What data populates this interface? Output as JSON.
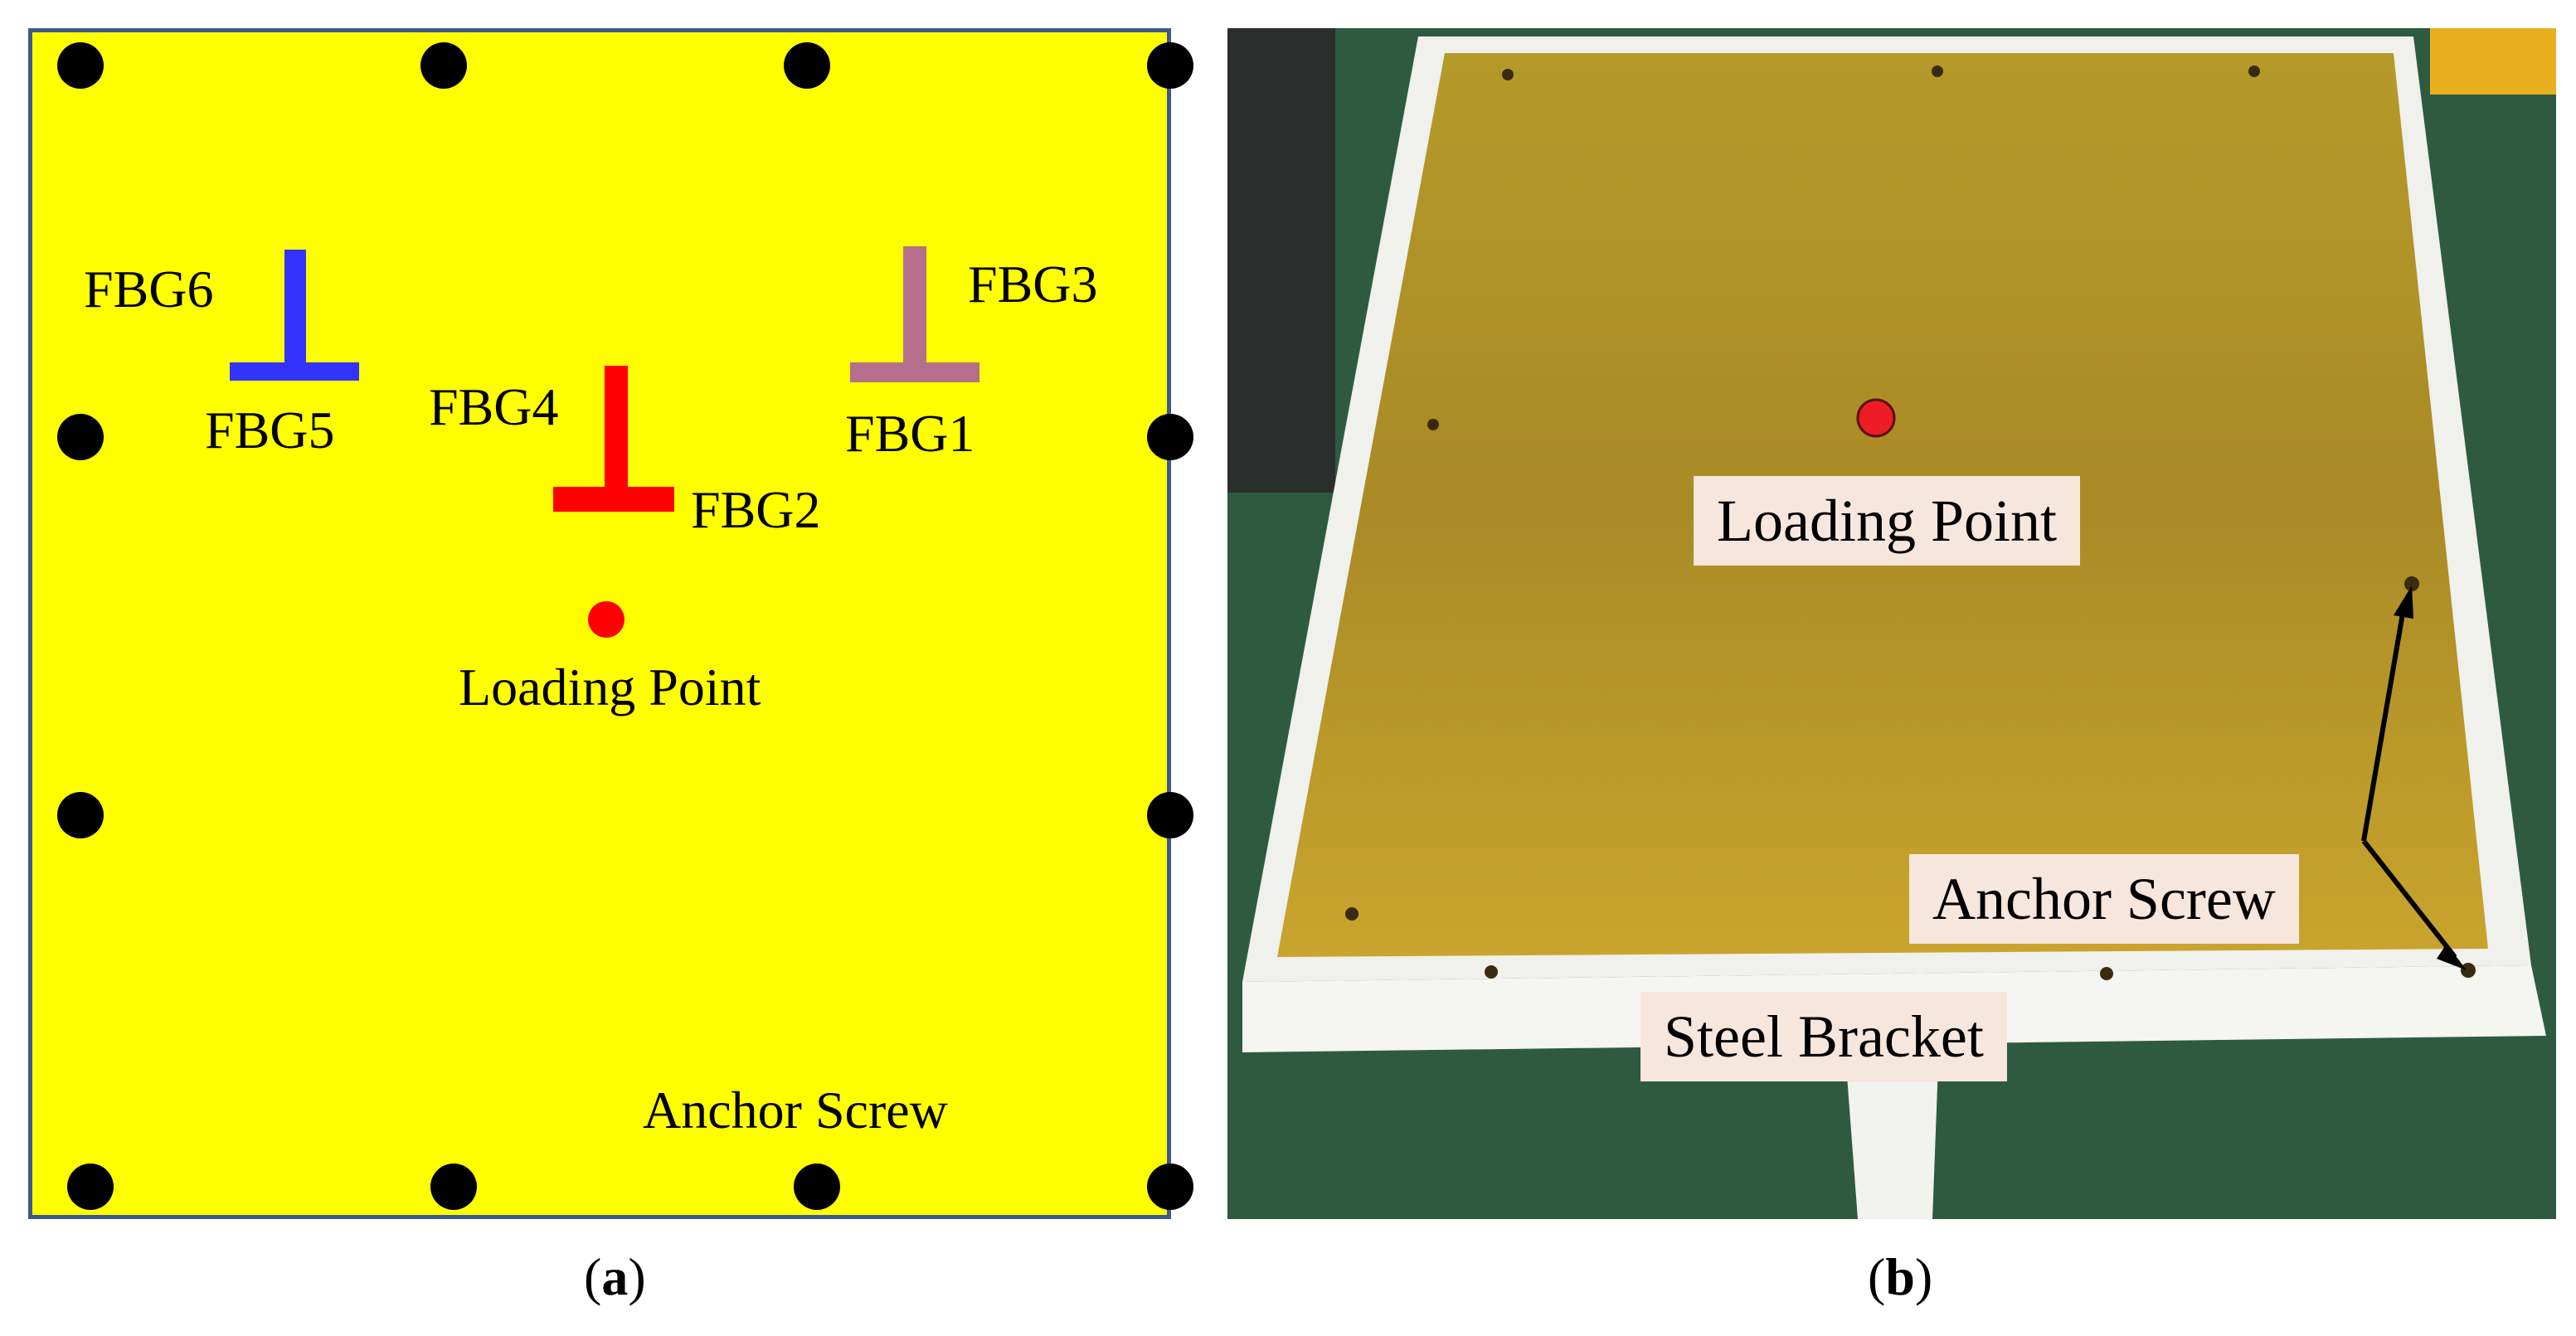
{
  "panel_a": {
    "sensors": [
      {
        "id": "fbg1",
        "label": "FBG1"
      },
      {
        "id": "fbg2",
        "label": "FBG2"
      },
      {
        "id": "fbg3",
        "label": "FBG3"
      },
      {
        "id": "fbg4",
        "label": "FBG4"
      },
      {
        "id": "fbg5",
        "label": "FBG5"
      },
      {
        "id": "fbg6",
        "label": "FBG6"
      }
    ],
    "loading_point_label": "Loading Point",
    "anchor_screw_label": "Anchor Screw",
    "colors": {
      "plate": "#ffff00",
      "border": "#3f5a8a",
      "fbg5_fbg6": "#3333ff",
      "fbg2_fbg4": "#ff0000",
      "fbg1_fbg3": "#b56f8a",
      "loading_point": "#ff0000",
      "screw": "#000000"
    }
  },
  "panel_b": {
    "loading_point_label": "Loading Point",
    "anchor_screw_label": "Anchor Screw",
    "steel_bracket_label": "Steel Bracket"
  },
  "captions": {
    "a": {
      "open": "(",
      "letter": "a",
      "close": ")"
    },
    "b": {
      "open": "(",
      "letter": "b",
      "close": ")"
    }
  }
}
